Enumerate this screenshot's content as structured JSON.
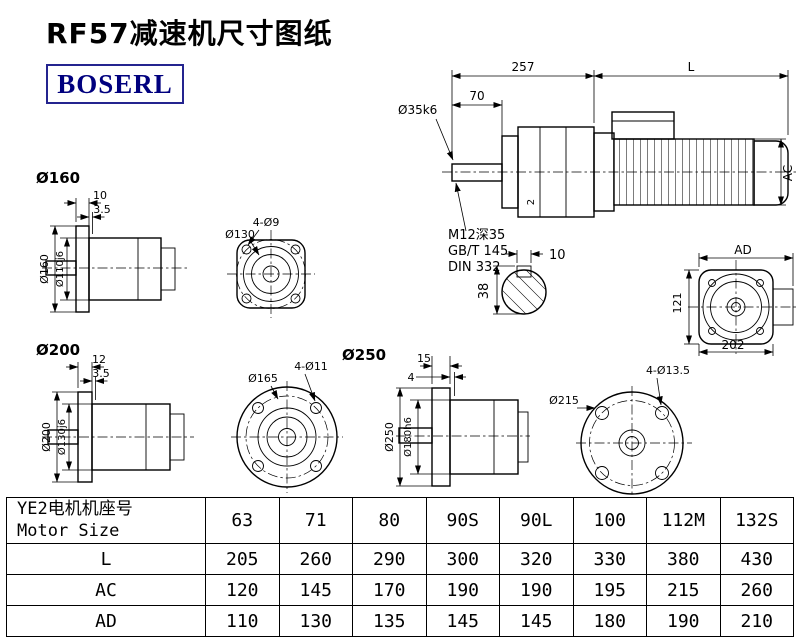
{
  "title": "RF57减速机尺寸图纸",
  "logo": "BOSERL",
  "views": {
    "unit160": {
      "heading": "Ø160",
      "flange_thk": "10",
      "spigot_thk": "3.5",
      "flange_dia": "Ø160",
      "spigot_dia": "Ø110j6"
    },
    "flange130": {
      "holes": "4-Ø9",
      "dia": "Ø130"
    },
    "assembly": {
      "len_gear": "257",
      "len_motor": "L",
      "shaft_len": "70",
      "shaft_dia": "Ø35k6",
      "motor_height": "AC",
      "flange_dim": "2",
      "note1": "M12深35",
      "note2": "GB/T 145",
      "note3": "DIN 332",
      "key_width": "10",
      "key_height": "38"
    },
    "rear": {
      "width_top": "AD",
      "height_side": "121",
      "width_bottom": "202"
    },
    "unit200": {
      "heading": "Ø200",
      "flange_thk": "12",
      "spigot_thk": "3.5",
      "flange_dia": "Ø200",
      "spigot_dia": "Ø130j6"
    },
    "flange165": {
      "dia": "Ø165",
      "holes": "4-Ø11"
    },
    "unit250": {
      "heading": "Ø250",
      "flange_thk": "15",
      "spigot_thk": "4",
      "flange_dia": "Ø250",
      "spigot_dia": "Ø180h6"
    },
    "flange215": {
      "dia": "Ø215",
      "holes": "4-Ø13.5"
    }
  },
  "table": {
    "header_cn": "YE2电机机座号",
    "header_en": "Motor Size",
    "sizes": [
      "63",
      "71",
      "80",
      "90S",
      "90L",
      "100",
      "112M",
      "132S"
    ],
    "rows": [
      {
        "label": "L",
        "values": [
          "205",
          "260",
          "290",
          "300",
          "320",
          "330",
          "380",
          "430"
        ]
      },
      {
        "label": "AC",
        "values": [
          "120",
          "145",
          "170",
          "190",
          "190",
          "195",
          "215",
          "260"
        ]
      },
      {
        "label": "AD",
        "values": [
          "110",
          "130",
          "135",
          "145",
          "145",
          "180",
          "190",
          "210"
        ]
      }
    ]
  }
}
